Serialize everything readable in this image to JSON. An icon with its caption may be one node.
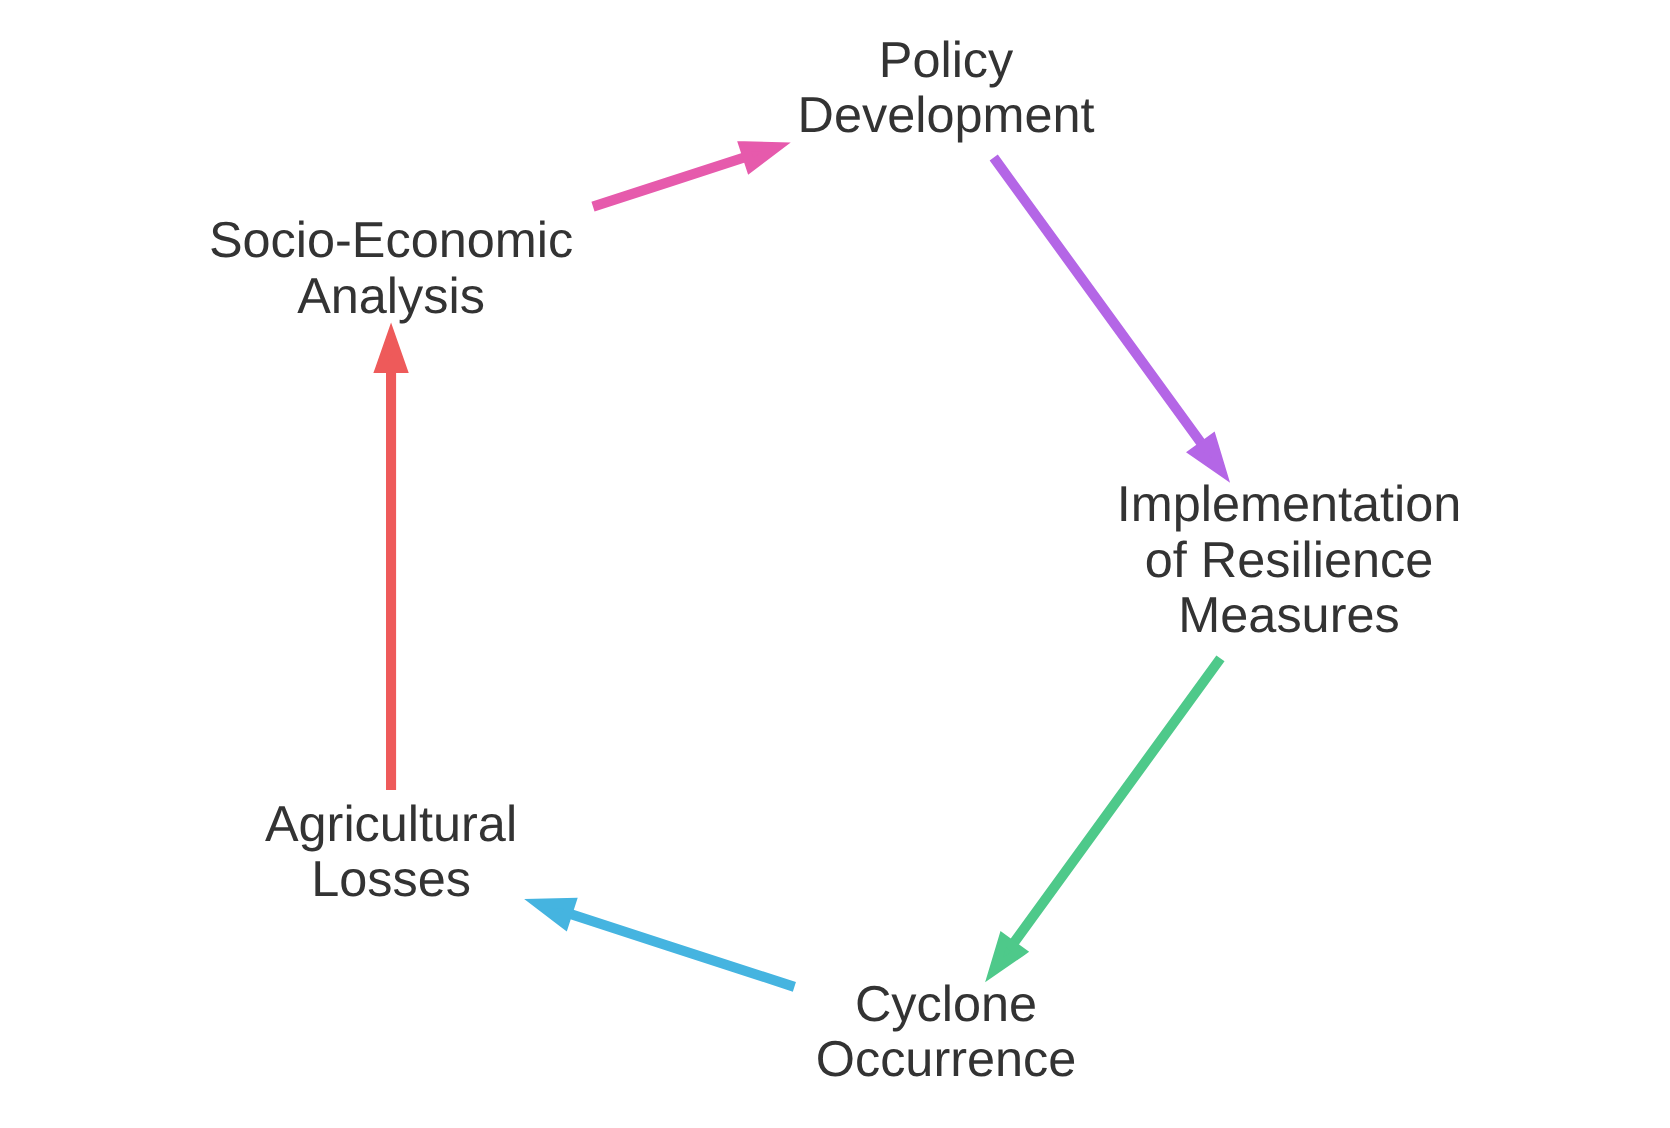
{
  "diagram": {
    "nodes": [
      {
        "text": [
          "Cyclone Occurrence"
        ]
      },
      {
        "text": [
          "Agricultural Losses"
        ]
      },
      {
        "text": [
          "Socio-Economic Analysis"
        ]
      },
      {
        "text": [
          "Policy Development"
        ]
      },
      {
        "text": [
          "Implementation of Resilience Measures"
        ]
      }
    ],
    "edges": [
      {
        "from": 0,
        "to": 1,
        "arrow": "to",
        "color": "#45b4e0"
      },
      {
        "from": 1,
        "to": 2,
        "arrow": "to",
        "color": "#ee5a5a"
      },
      {
        "from": 2,
        "to": 3,
        "arrow": "to",
        "color": "#e65aac"
      },
      {
        "from": 3,
        "to": 4,
        "arrow": "to",
        "color": "#b466e6"
      },
      {
        "from": 4,
        "to": 0,
        "arrow": "to",
        "color": "#4ec98a"
      }
    ]
  }
}
